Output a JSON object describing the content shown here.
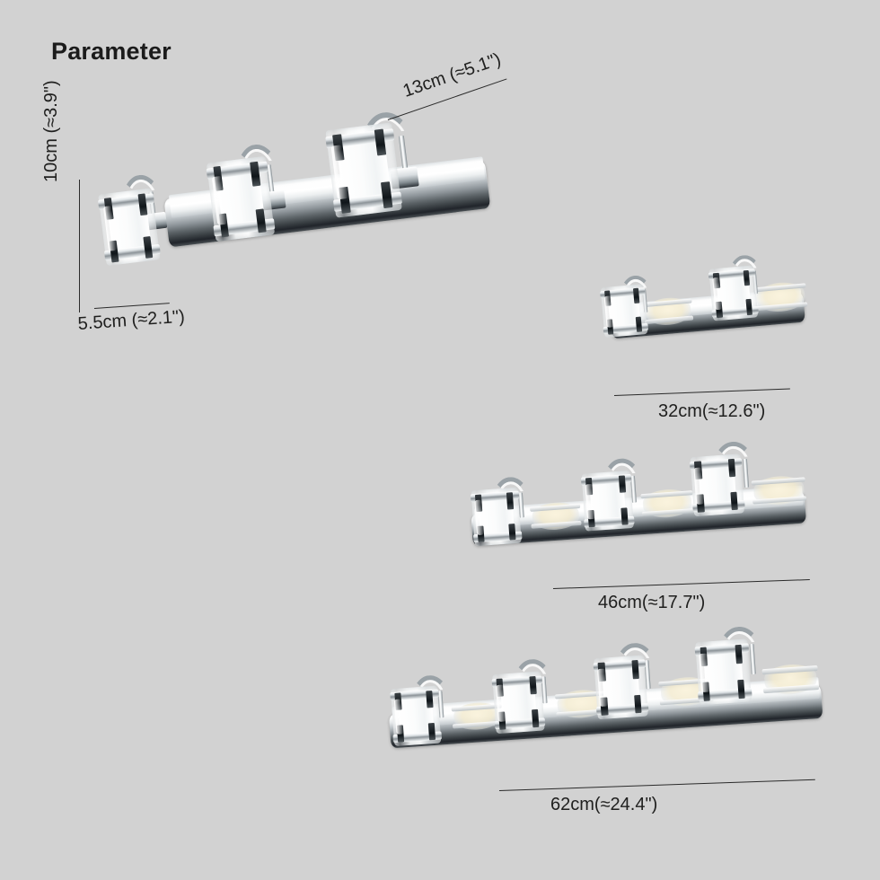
{
  "page": {
    "title": "Parameter",
    "background_color": "#d2d2d2",
    "text_color": "#20201f"
  },
  "product": {
    "name": "chrome-led-vanity-wall-light",
    "finish": "polished chrome",
    "shade": "clear glass cylinder with frosted inner diffuser"
  },
  "detail_dimensions": [
    {
      "id": "projection",
      "label": "13cm (≈5.1\")",
      "cm": 13,
      "inch": 5.1,
      "axis": "depth"
    },
    {
      "id": "height",
      "label": "10cm (≈3.9\")",
      "cm": 10,
      "inch": 3.9,
      "axis": "height"
    },
    {
      "id": "shade-width",
      "label": "5.5cm (≈2.1\")",
      "cm": 5.5,
      "inch": 2.1,
      "axis": "width"
    }
  ],
  "variants": [
    {
      "id": "two-light",
      "label": "32cm(≈12.6\")",
      "cm": 32,
      "inch": 12.6,
      "lights": 2
    },
    {
      "id": "three-light",
      "label": "46cm(≈17.7\")",
      "cm": 46,
      "inch": 17.7,
      "lights": 3
    },
    {
      "id": "four-light",
      "label": "62cm(≈24.4\")",
      "cm": 62,
      "inch": 24.4,
      "lights": 4
    }
  ],
  "hero": {
    "id": "hero-three-light",
    "lights": 3
  }
}
